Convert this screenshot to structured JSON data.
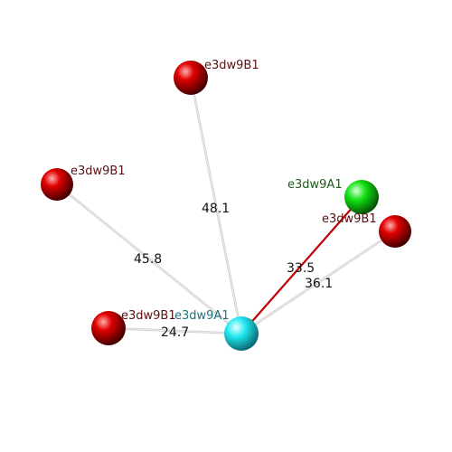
{
  "colors": {
    "background": "#ffffff",
    "center_atom": "#20e8f0",
    "partner_atom": "#e00000",
    "highlight_atom": "#10e010",
    "plain_bond": "#cfcfcf",
    "highlight_bond": "#c00000",
    "center_label": "#1f6f7f",
    "partner_label": "#5a1010",
    "highlight_label": "#1e5a1e"
  },
  "nodes": [
    {
      "id": "center",
      "label": "e3dw9A1",
      "kind": "center"
    },
    {
      "id": "n1",
      "label": "e3dw9B1",
      "kind": "partner"
    },
    {
      "id": "n2",
      "label": "e3dw9B1",
      "kind": "partner"
    },
    {
      "id": "n3",
      "label": "e3dw9A1",
      "kind": "highlight"
    },
    {
      "id": "n4",
      "label": "e3dw9B1",
      "kind": "partner"
    },
    {
      "id": "n5",
      "label": "e3dw9B1",
      "kind": "partner"
    }
  ],
  "edges": [
    {
      "from": "center",
      "to": "n1",
      "distance": "48.1",
      "kind": "plain"
    },
    {
      "from": "center",
      "to": "n2",
      "distance": "45.8",
      "kind": "plain"
    },
    {
      "from": "center",
      "to": "n3",
      "distance": "33.5",
      "kind": "highlight"
    },
    {
      "from": "center",
      "to": "n4",
      "distance": "36.1",
      "kind": "plain"
    },
    {
      "from": "center",
      "to": "n5",
      "distance": "24.7",
      "kind": "plain"
    }
  ]
}
